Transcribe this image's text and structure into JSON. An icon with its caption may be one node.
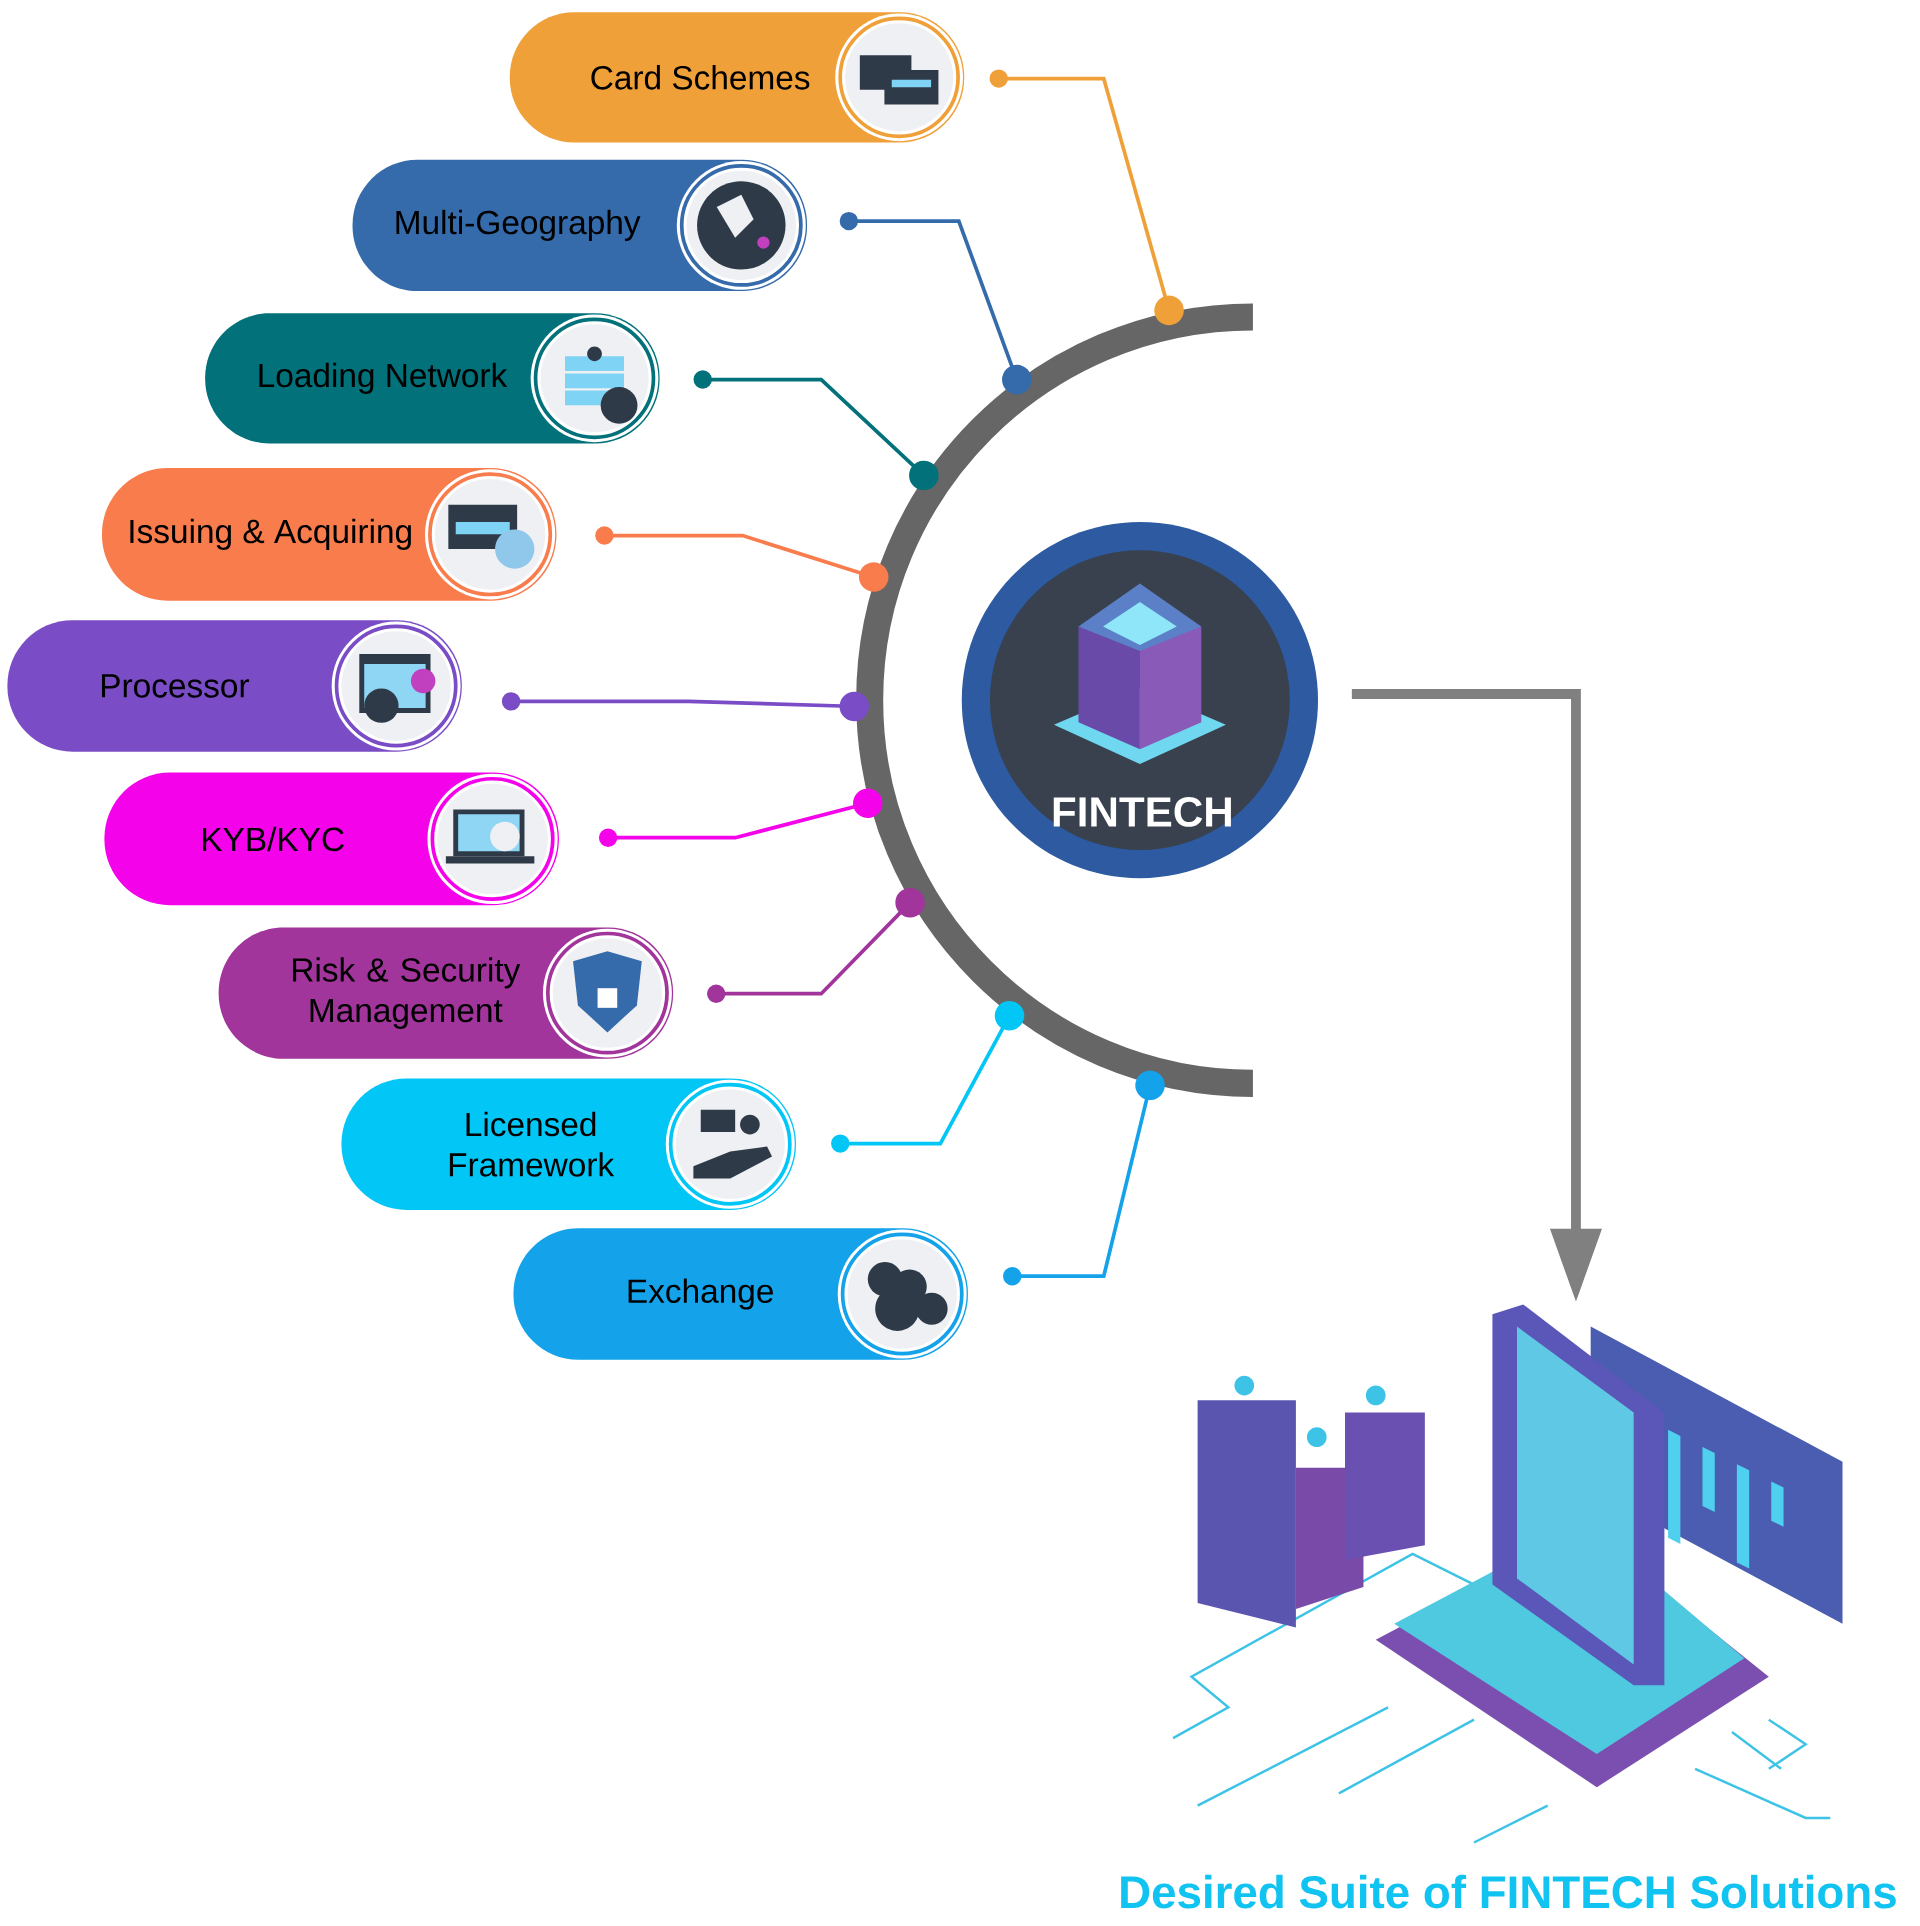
{
  "diagram": {
    "caption": "Desired Suite of FINTECH Solutions",
    "nodes": [
      {
        "text": [
          "Card Schemes"
        ]
      },
      {
        "text": [
          "Multi-Geography"
        ]
      },
      {
        "text": [
          "Loading Network"
        ]
      },
      {
        "text": [
          "Issuing & Acquiring"
        ]
      },
      {
        "text": [
          "Processor"
        ]
      },
      {
        "text": [
          "KYB/KYC"
        ]
      },
      {
        "text": [
          "Risk & Security Management"
        ]
      },
      {
        "text": [
          "Licensed Framework"
        ]
      },
      {
        "text": [
          "Exchange"
        ]
      },
      {
        "text": [],
        "shape": "arc"
      },
      {
        "text": [
          "FINTECH"
        ]
      },
      {
        "text": [],
        "shape": "picture"
      }
    ],
    "edges": [
      {
        "from": 0,
        "to": 9,
        "arrow": "other",
        "color": "#f0a038"
      },
      {
        "from": 1,
        "to": 9,
        "arrow": "other",
        "color": "#356bab"
      },
      {
        "from": 2,
        "to": 9,
        "arrow": "other",
        "color": "#02717a"
      },
      {
        "from": 3,
        "to": 9,
        "arrow": "other",
        "color": "#f97c4c"
      },
      {
        "from": 4,
        "to": 9,
        "arrow": "other",
        "color": "#7a4dc7"
      },
      {
        "from": 5,
        "to": 9,
        "arrow": "other",
        "color": "#f403ea"
      },
      {
        "from": 6,
        "to": 9,
        "arrow": "other",
        "color": "#a1359b"
      },
      {
        "from": 7,
        "to": 9,
        "arrow": "other",
        "color": "#02c6f6"
      },
      {
        "from": 8,
        "to": 9,
        "arrow": "other",
        "color": "#14a2ea"
      },
      {
        "from": 10,
        "to": 11,
        "arrow": "to",
        "style": "thick",
        "color": "#808080"
      }
    ]
  }
}
